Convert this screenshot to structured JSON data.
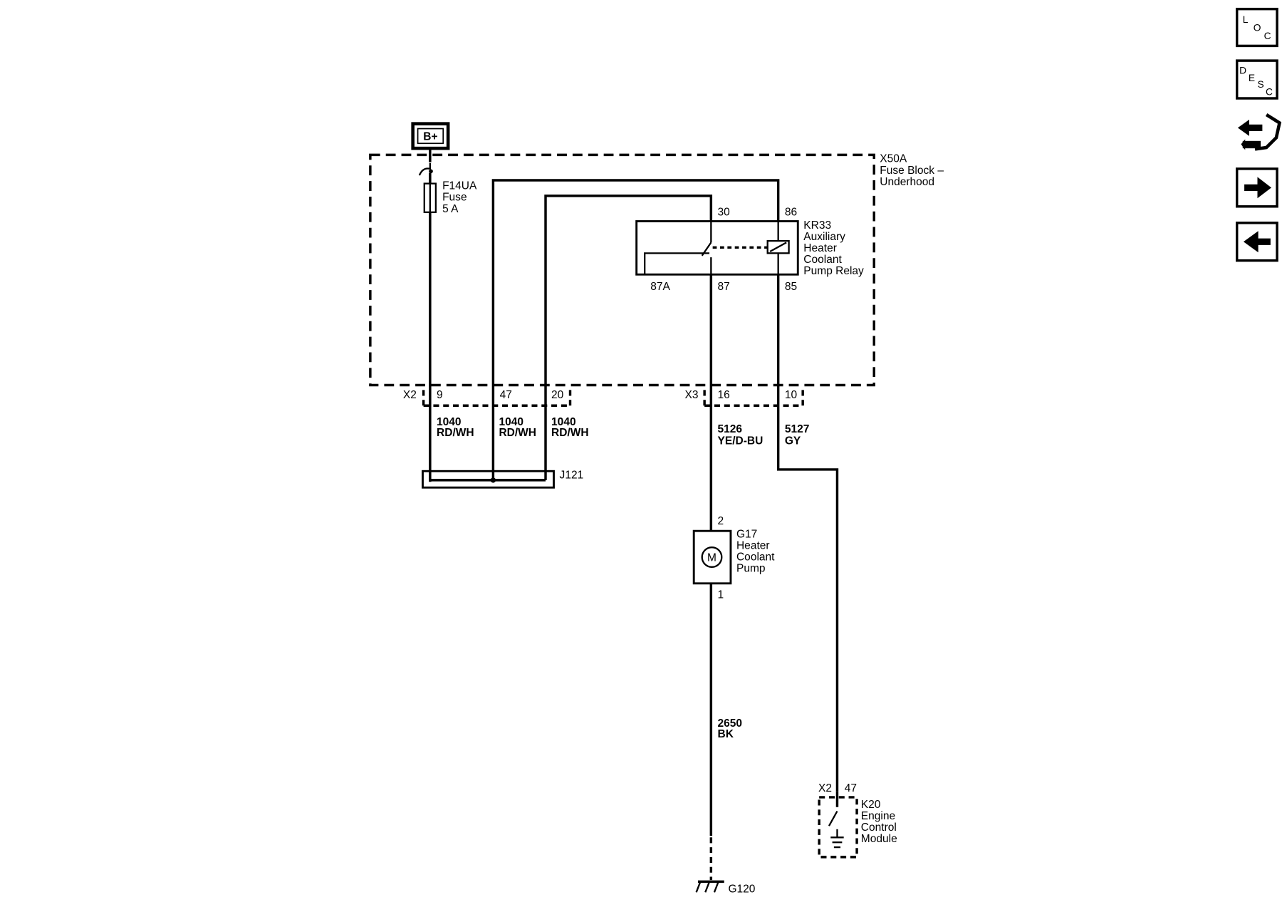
{
  "power_source": {
    "label": "B+"
  },
  "fuse_block": {
    "id": "X50A",
    "name_line1": "Fuse Block –",
    "name_line2": "Underhood"
  },
  "fuse": {
    "id": "F14UA",
    "type": "Fuse",
    "rating": "5 A"
  },
  "relay": {
    "id": "KR33",
    "name_line1": "Auxiliary",
    "name_line2": "Heater",
    "name_line3": "Coolant",
    "name_line4": "Pump Relay",
    "pin_30": "30",
    "pin_86": "86",
    "pin_87a": "87A",
    "pin_87": "87",
    "pin_85": "85"
  },
  "connector_x2": {
    "label": "X2",
    "pin_a": "9",
    "pin_b": "47",
    "pin_c": "20"
  },
  "connector_x3": {
    "label": "X3",
    "pin_a": "16",
    "pin_b": "10"
  },
  "wires": {
    "w1": {
      "circuit": "1040",
      "color": "RD/WH"
    },
    "w2": {
      "circuit": "1040",
      "color": "RD/WH"
    },
    "w3": {
      "circuit": "1040",
      "color": "RD/WH"
    },
    "w4": {
      "circuit": "5126",
      "color": "YE/D-BU"
    },
    "w5": {
      "circuit": "5127",
      "color": "GY"
    },
    "w6": {
      "circuit": "2650",
      "color": "BK"
    }
  },
  "splice": {
    "id": "J121"
  },
  "pump": {
    "id": "G17",
    "name_line1": "Heater",
    "name_line2": "Coolant",
    "name_line3": "Pump",
    "symbol": "M",
    "pin_top": "2",
    "pin_bottom": "1"
  },
  "ground": {
    "id": "G120"
  },
  "ecm": {
    "connector": "X2",
    "pin": "47",
    "id": "K20",
    "name_line1": "Engine",
    "name_line2": "Control",
    "name_line3": "Module"
  },
  "sidebar": {
    "loc": {
      "l1": "L",
      "l2": "O",
      "l3": "C"
    },
    "desc": {
      "l1": "D",
      "l2": "E",
      "l3": "S",
      "l4": "C"
    }
  }
}
